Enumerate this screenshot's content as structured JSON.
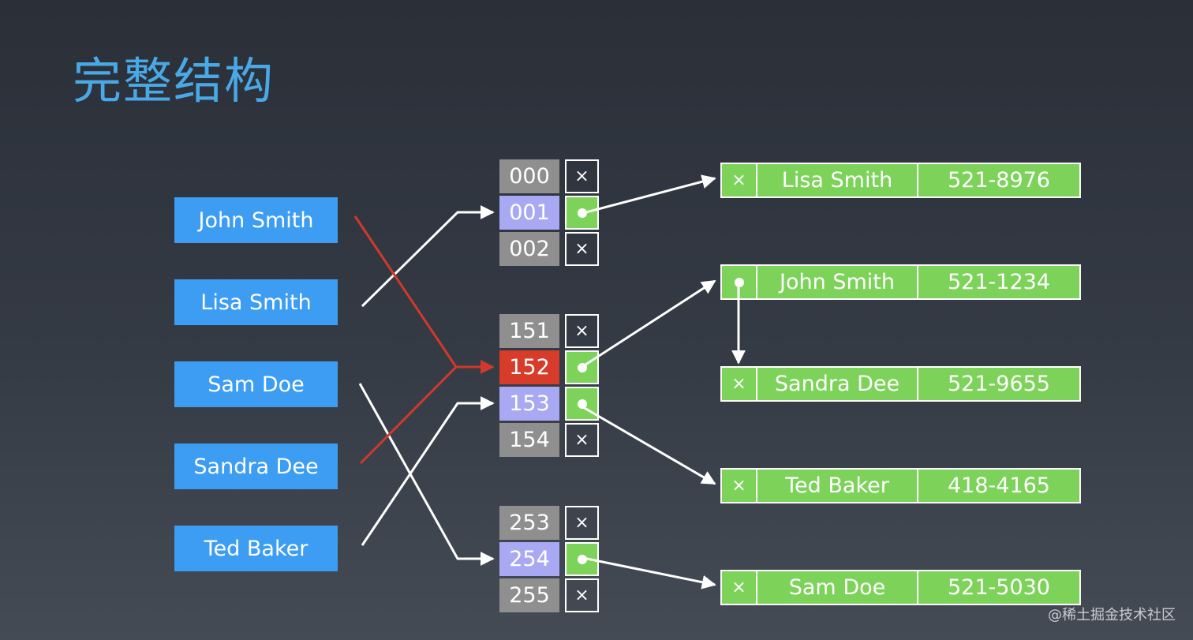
{
  "title": "完整结构",
  "keys": [
    "John Smith",
    "Lisa Smith",
    "Sam Doe",
    "Sandra Dee",
    "Ted Baker"
  ],
  "buckets": [
    "000",
    "001",
    "002",
    "151",
    "152",
    "153",
    "154",
    "253",
    "254",
    "255"
  ],
  "empty_marker": "×",
  "records": [
    {
      "name": "Lisa Smith",
      "phone": "521-8976"
    },
    {
      "name": "John Smith",
      "phone": "521-1234"
    },
    {
      "name": "Sandra Dee",
      "phone": "521-9655"
    },
    {
      "name": "Ted Baker",
      "phone": "418-4165"
    },
    {
      "name": "Sam Doe",
      "phone": "521-5030"
    }
  ],
  "colors": {
    "title": "#49a8e6",
    "key_box": "#3d9df2",
    "bucket_empty": "#8f8f8f",
    "bucket_hit": "#a9a8f2",
    "bucket_collision": "#d73b2a",
    "record": "#7dd35a",
    "collision_line": "#d0392b"
  },
  "watermark": "@稀土掘金技术社区"
}
